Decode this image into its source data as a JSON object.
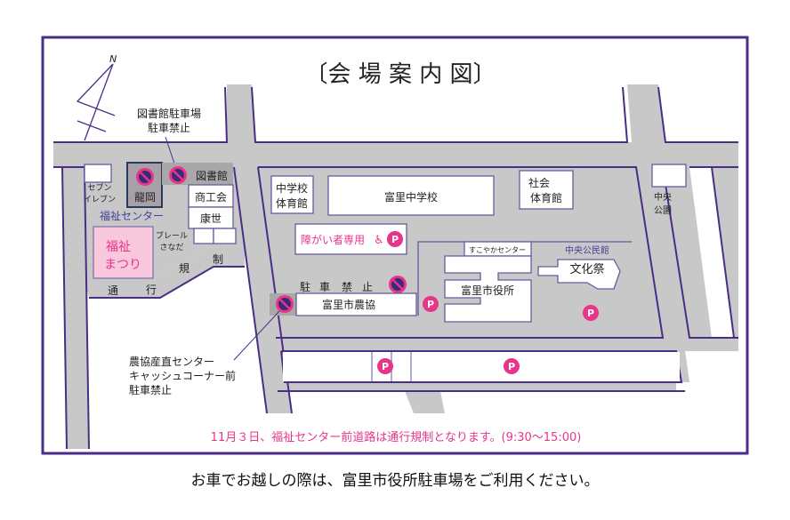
{
  "title": "〔会 場 案 内 図〕",
  "compass": "N",
  "colors": {
    "frame": "#4a2d86",
    "road": "#c8c8c8",
    "accent_pink": "#e8358a",
    "festival_bg": "#f8c8dc"
  },
  "notes": {
    "library_parking": [
      "図書館駐車場",
      "駐車禁止"
    ],
    "ja_center": [
      "農協産直センター",
      "キャッシュコーナー前",
      "駐車禁止"
    ]
  },
  "places": {
    "seven_eleven": [
      "セブン",
      "イレブン"
    ],
    "tatsuoka": "龍岡",
    "library": "図書館",
    "chamber": "商工会",
    "kosei": "康世",
    "brehl": [
      "ブレール",
      "さなだ"
    ],
    "welfare_center": "福祉センター",
    "festival": [
      "福祉",
      "まつり"
    ],
    "jhs_gym": [
      "中学校",
      "体育館"
    ],
    "jhs": "富里中学校",
    "social_gym": [
      "社会",
      "体育館"
    ],
    "accessible_parking": "障がい者専用",
    "ja": "富里市農協",
    "sukoyaka": "すこやかセンター",
    "city_hall": "富里市役所",
    "community_hall": "中央公民館",
    "culture_fest": "文化祭",
    "central_park": [
      "中央",
      "公園"
    ]
  },
  "road_labels": {
    "closed": [
      "通",
      "行",
      "規",
      "制"
    ],
    "no_parking": [
      "駐",
      "車",
      "禁",
      "止"
    ]
  },
  "parking_symbol": "P",
  "notice": "11月３日、福祉センター前道路は通行規制となります。(9:30〜15:00)",
  "footer": "お車でお越しの際は、富里市役所駐車場をご利用ください。"
}
